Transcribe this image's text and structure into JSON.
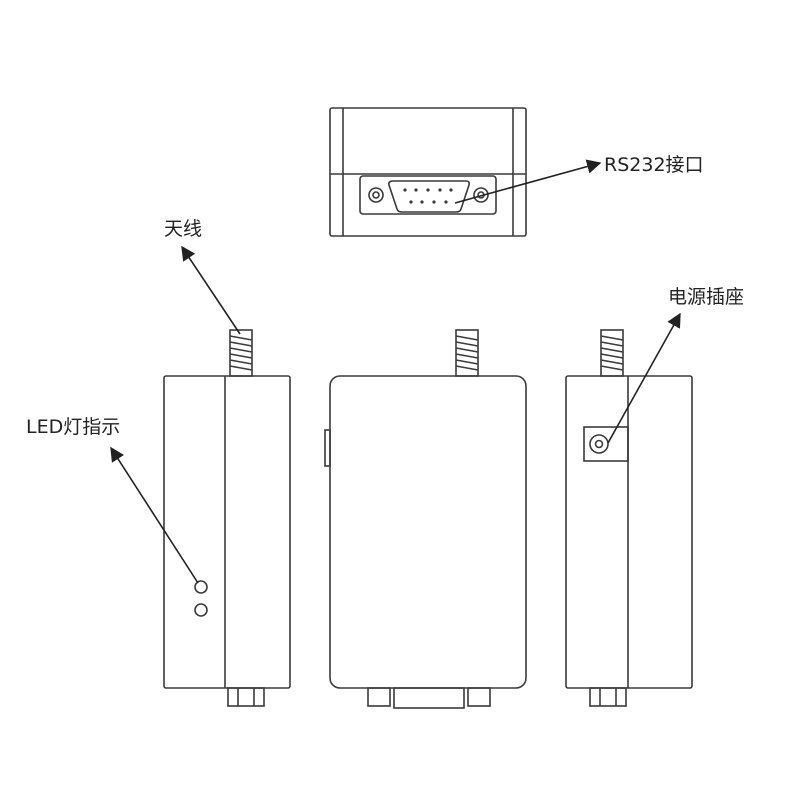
{
  "labels": {
    "rs232": "RS232接口",
    "antenna": "天线",
    "power_socket": "电源插座",
    "led_indicator": "LED灯指示"
  },
  "colors": {
    "stroke": "#3a3a3a",
    "text": "#222222",
    "background": "#ffffff"
  },
  "views": [
    "top-view",
    "left-side-view",
    "front-view",
    "right-side-view"
  ]
}
